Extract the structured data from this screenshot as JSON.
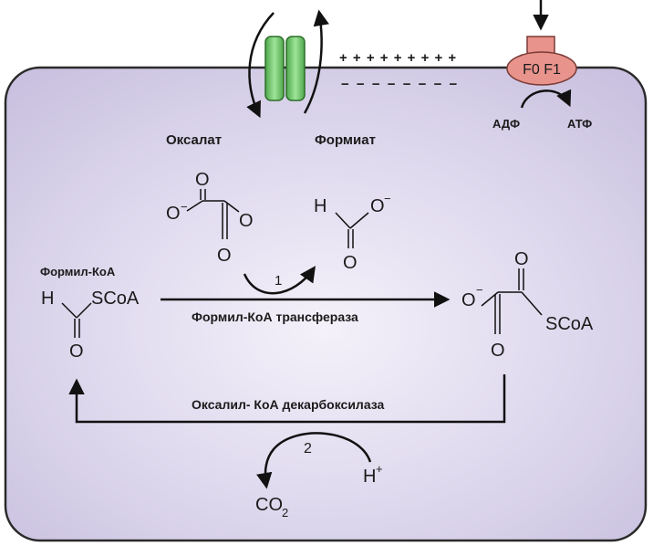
{
  "transport": {
    "oxalate_label": "Оксалат",
    "formate_label": "Формиат",
    "membrane_plus": "+ + + + + + + + +",
    "membrane_minus": "− − − − − − − −"
  },
  "atp_synthase": {
    "label": "F0 F1",
    "adp_label": "АДФ",
    "atp_label": "АТФ"
  },
  "left_molecule": {
    "name": "Формил-КоА",
    "h": "H",
    "scoa": "SCoA",
    "o": "O"
  },
  "oxalate_molecule": {
    "o_top_left": "O",
    "o_minus": "O",
    "o_top_right": "O",
    "o_bottom": "O",
    "charge": "−"
  },
  "formate_molecule": {
    "h": "H",
    "o_minus": "O",
    "o_bottom": "O",
    "charge": "−"
  },
  "right_molecule": {
    "o_top": "O",
    "o_minus": "O",
    "scoa": "SCoA",
    "o_bottom": "O",
    "charge": "−"
  },
  "reactions": {
    "step1_number": "1",
    "step1_enzyme": "Формил-КоА трансфераза",
    "step2_number": "2",
    "step2_enzyme": "Оксалил- КоА декарбоксилаза",
    "h_plus": "H",
    "h_plus_charge": "+",
    "co2": "CO",
    "co2_sub": "2"
  },
  "colors": {
    "cell_fill": "#d9d3ea",
    "cell_edge": "#2a2a2a",
    "channel": "#7ed07b",
    "synthase": "#e8938c"
  }
}
